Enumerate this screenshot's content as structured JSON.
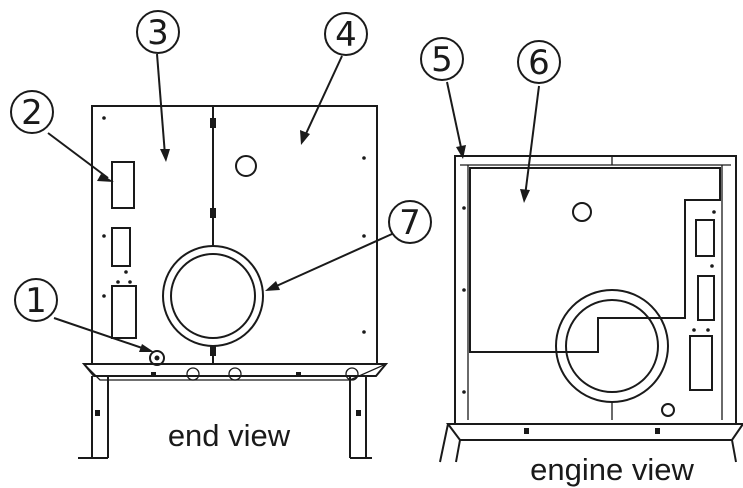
{
  "callouts": {
    "c1": "1",
    "c2": "2",
    "c3": "3",
    "c4": "4",
    "c5": "5",
    "c6": "6",
    "c7": "7"
  },
  "labels": {
    "end_view": "end view",
    "engine_view": "engine view"
  }
}
